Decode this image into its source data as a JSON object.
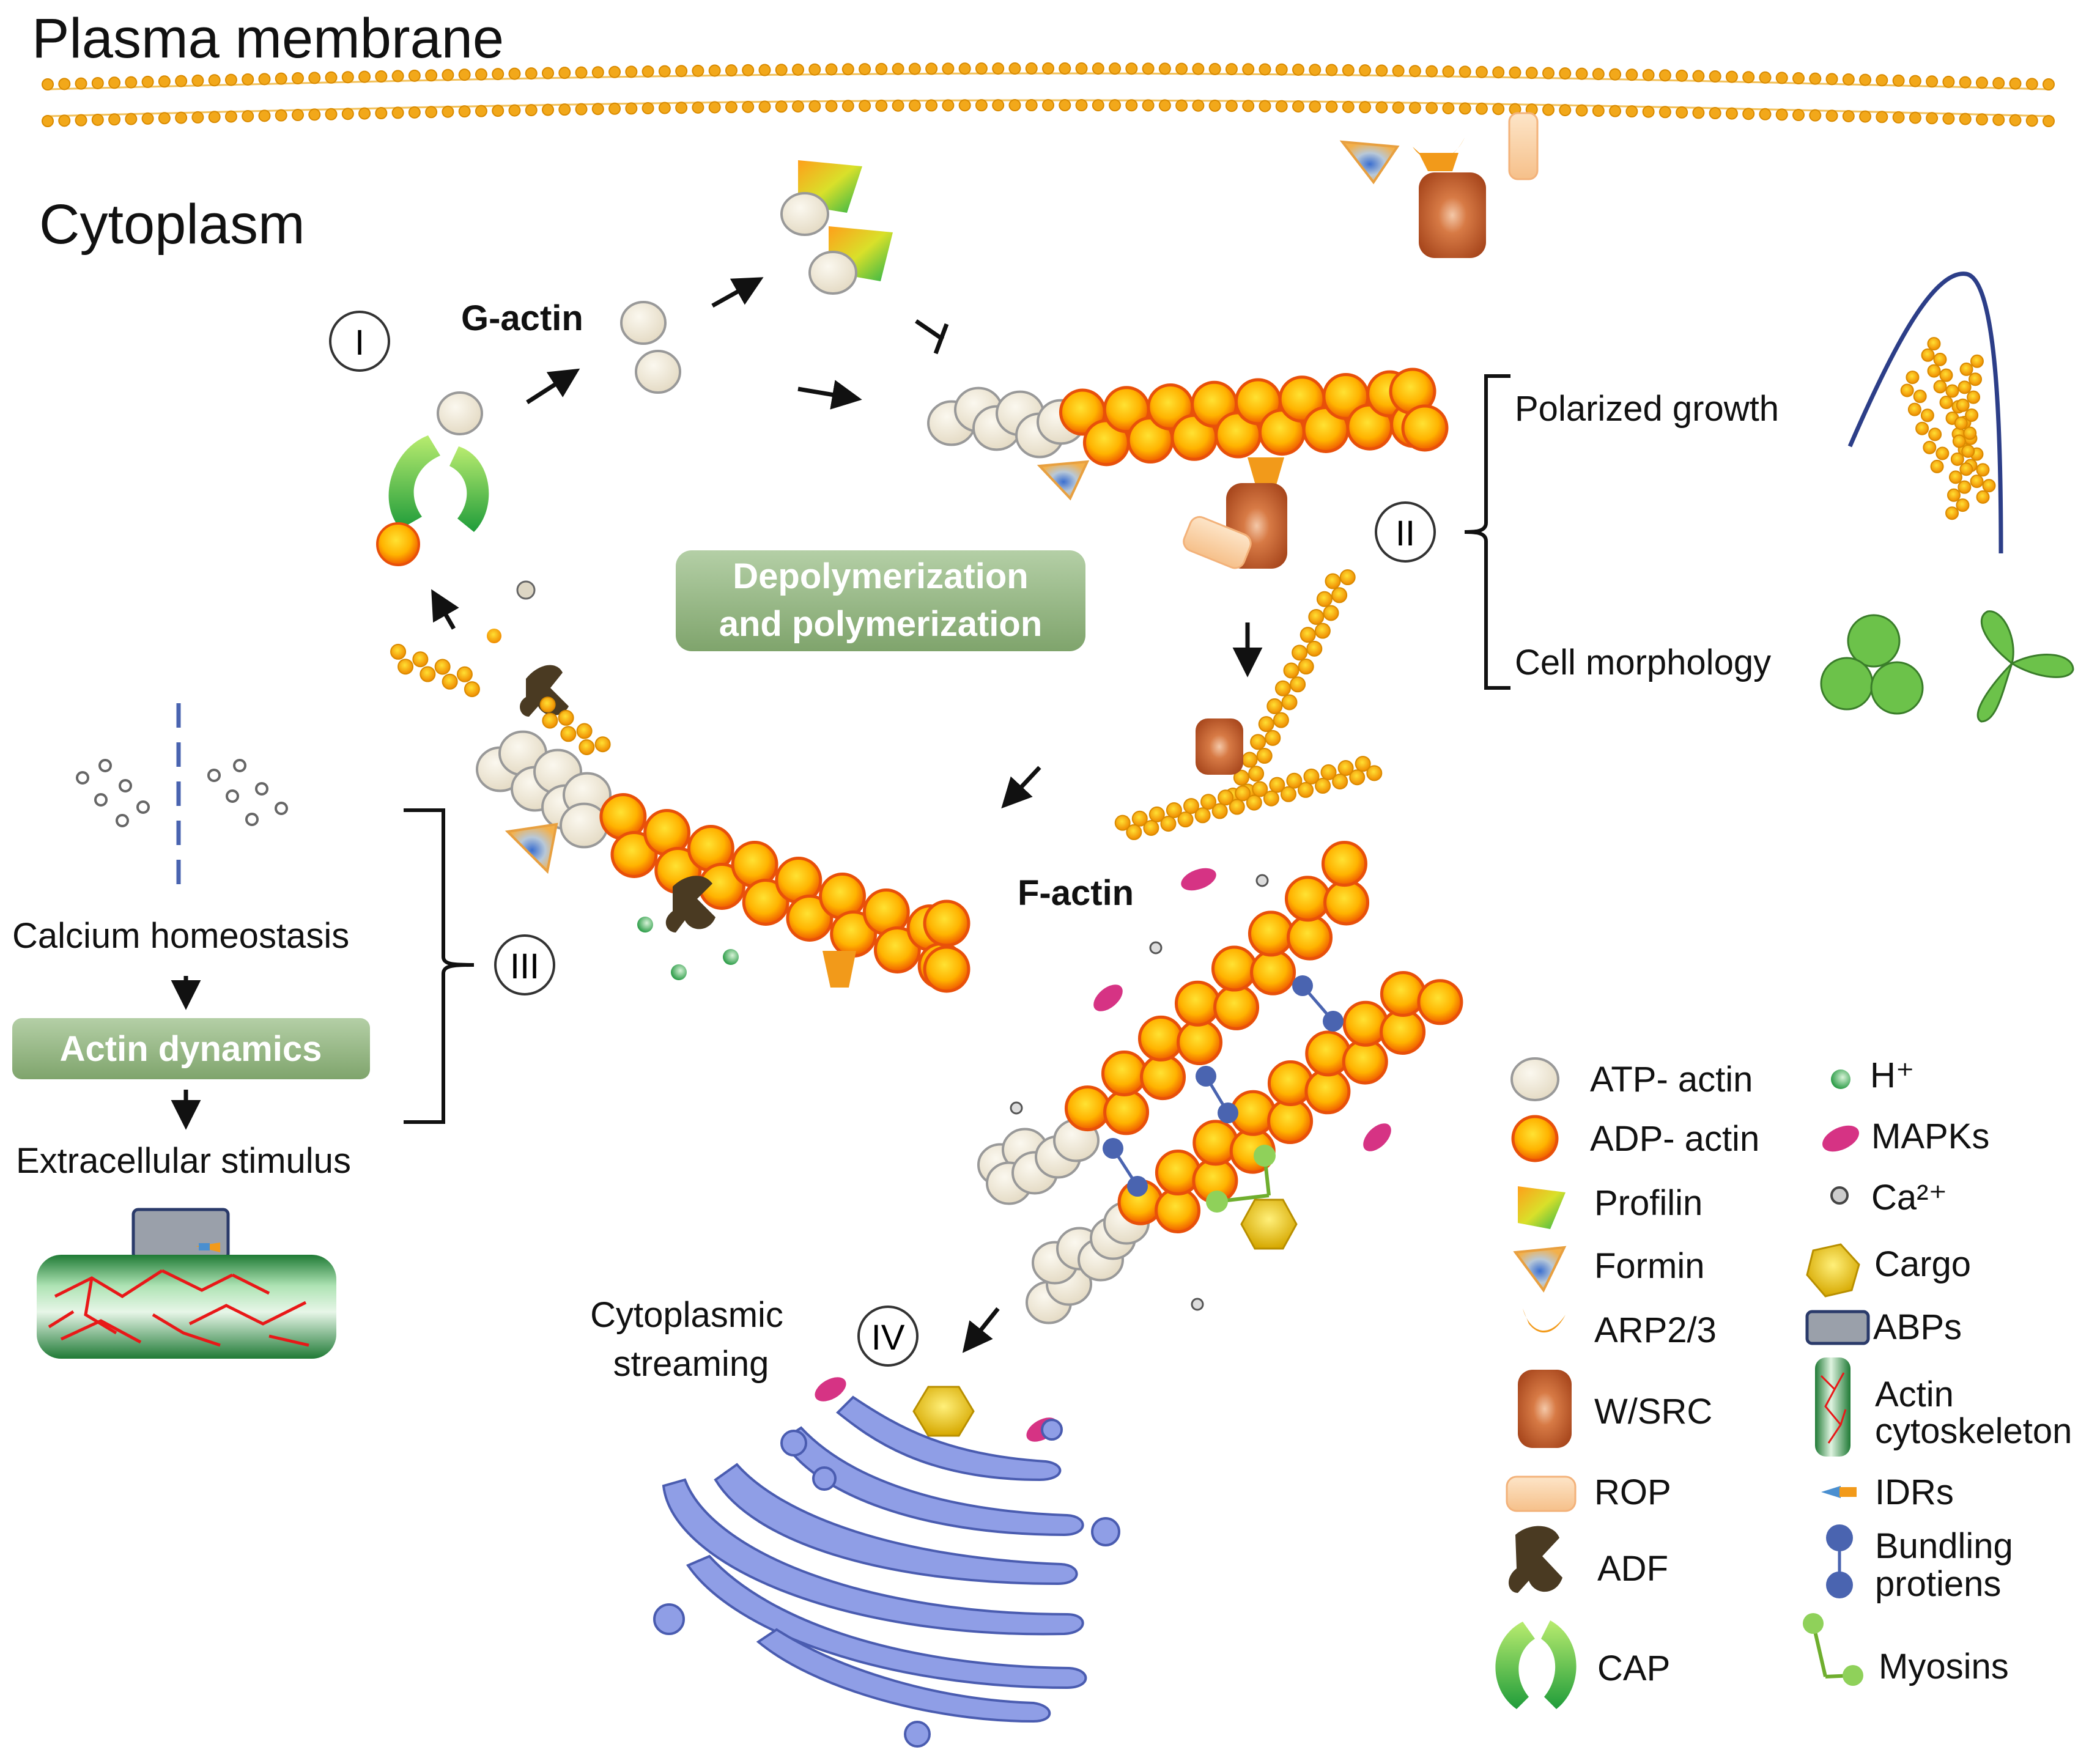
{
  "regions": {
    "membrane": "Plasma membrane",
    "cytoplasm": "Cytoplasm"
  },
  "labels": {
    "g_actin": "G-actin",
    "f_actin": "F-actin",
    "depoly_line1": "Depolymerization",
    "depoly_line2": "and polymerization",
    "polarized_growth": "Polarized growth",
    "cell_morphology": "Cell morphology",
    "calcium_homeostasis": "Calcium homeostasis",
    "actin_dynamics": "Actin dynamics",
    "extracellular_stimulus": "Extracellular stimulus",
    "cyto_stream_line1": "Cytoplasmic",
    "cyto_stream_line2": "streaming"
  },
  "roman": {
    "i": "I",
    "ii": "II",
    "iii": "III",
    "iv": "IV"
  },
  "legend": {
    "atp_actin": "ATP- actin",
    "adp_actin": "ADP- actin",
    "profilin": "Profilin",
    "formin": "Formin",
    "arp23": "ARP2/3",
    "wsrc": "W/SRC",
    "rop": "ROP",
    "adf": "ADF",
    "cap": "CAP",
    "h_plus": "H⁺",
    "mapks": "MAPKs",
    "ca2": "Ca²⁺",
    "cargo": "Cargo",
    "abps": "ABPs",
    "actin_cyto_line1": "Actin",
    "actin_cyto_line2": "cytoskeleton",
    "idrs": "IDRs",
    "bundling_line1": "Bundling",
    "bundling_line2": "protiens",
    "myosins": "Myosins"
  },
  "colors": {
    "atp_actin": "#ede5d2",
    "adp_actin": "#f5a800",
    "adp_stroke": "#e8500a",
    "profilin_green": "#3cb94a",
    "formin_blue": "#5b8fd8",
    "arp_orange": "#f29a1a",
    "wsrc_brown": "#b9582a",
    "rop_peach": "#fcd8b0",
    "adf_dark": "#4a3a22",
    "cap_green": "#3dbb3d",
    "mapk_pink": "#d63384",
    "cargo_yellow": "#e8c21a",
    "abp_gray": "#9aa0aa",
    "bundling_blue": "#4a64b0",
    "myosin_green": "#6fae2e",
    "golgi_blue": "#8f9ee6",
    "label_box_green": "#8cad7c",
    "membrane_orange": "#f2a81a"
  }
}
